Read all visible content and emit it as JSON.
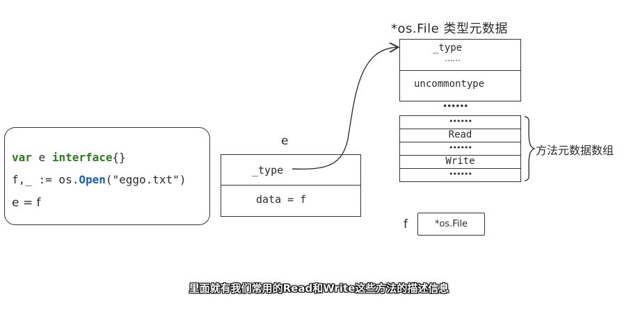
{
  "code": {
    "line1": {
      "kw1": "var",
      "plain1": " e ",
      "kw2": "interface",
      "plain2": "{}"
    },
    "line2": {
      "plain1": "f,_ := os.",
      "kw": "Open",
      "plain2": "(\"eggo.txt\")"
    },
    "line3": "e = f"
  },
  "e_box": {
    "label": "e",
    "type_field": "_type",
    "data_field": "data = f"
  },
  "metadata": {
    "title": "*os.File 类型元数据",
    "type_field": "_type",
    "dots": "……",
    "uncommon": "uncommontype"
  },
  "between_dots": "••••••",
  "methods": {
    "rows": [
      "••••••",
      "Read",
      "••••••",
      "Write",
      "••••••"
    ],
    "label": "方法元数据数组"
  },
  "f_var": {
    "label": "f",
    "value": "*os.File"
  },
  "subtitle": "里面就有我们常用的Read和Write这些方法的描述信息"
}
